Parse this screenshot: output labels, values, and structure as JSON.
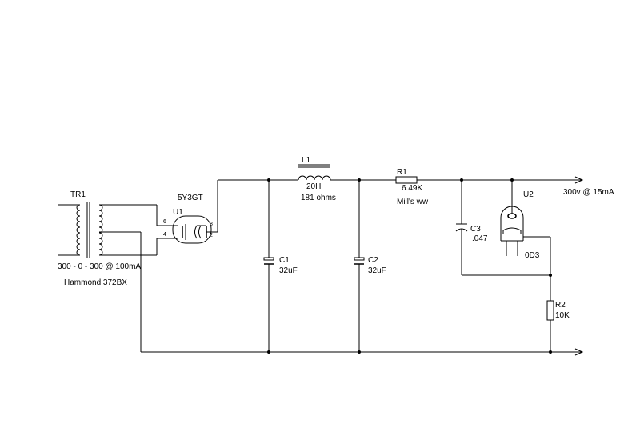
{
  "transformer": {
    "ref": "TR1",
    "rating": "300 - 0 - 300 @ 100mA",
    "part": "Hammond 372BX"
  },
  "rectifier": {
    "type": "5Y3GT",
    "ref": "U1",
    "pins": {
      "p6": "6",
      "p4": "4",
      "p8": "8",
      "p2": "2"
    }
  },
  "choke": {
    "ref": "L1",
    "value": "20H",
    "resistance": "181 ohms"
  },
  "c1": {
    "ref": "C1",
    "value": "32uF"
  },
  "c2": {
    "ref": "C2",
    "value": "32uF"
  },
  "r1": {
    "ref": "R1",
    "value": "6.49K",
    "note": "Mill's ww"
  },
  "c3": {
    "ref": "C3",
    "value": ".047"
  },
  "regulator": {
    "ref": "U2",
    "type": "0D3"
  },
  "r2": {
    "ref": "R2",
    "value": "10K"
  },
  "output": {
    "label": "300v @ 15mA"
  }
}
